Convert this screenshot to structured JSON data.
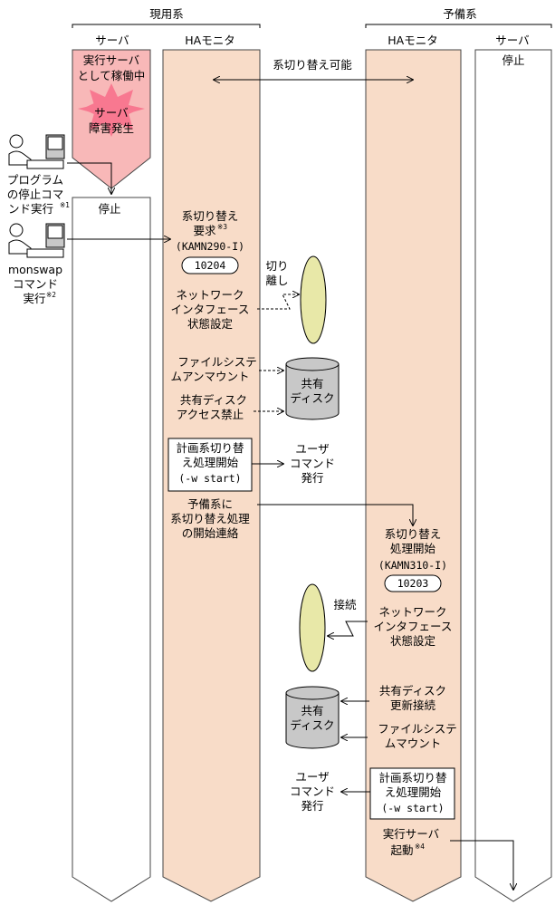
{
  "groups": {
    "active": "現用系",
    "standby": "予備系"
  },
  "columns": {
    "server": "サーバ",
    "ha_monitor": "HAモニタ"
  },
  "labels": {
    "switchable": "系切り替え可能",
    "running_line1": "実行サーバ",
    "running_line2": "として稼働中",
    "fault_line1": "サーバ",
    "fault_line2": "障害発生",
    "stop_standby": "停止",
    "stop_active": "停止",
    "prog_line1": "プログラム",
    "prog_line2": "の停止コマ",
    "prog_line3": "ンド実行",
    "prog_note": "※1",
    "monswap_line1": "monswap",
    "monswap_line2": "コマンド",
    "monswap_line3": "実行",
    "monswap_note": "※2",
    "req_line1": "系切り替え",
    "req_line2": "要求",
    "req_note": "※3",
    "req_line3": "(KAMN290-I)",
    "req_code": "10204",
    "detach_line1": "切り",
    "detach_line2": "離し",
    "nif1_line1": "ネットワーク",
    "nif1_line2": "インタフェース",
    "nif1_line3": "状態設定",
    "unmount_line1": "ファイルシステ",
    "unmount_line2": "ムアンマウント",
    "deny_line1": "共有ディスク",
    "deny_line2": "アクセス禁止",
    "disk1_line1": "共有",
    "disk1_line2": "ディスク",
    "planned1_line1": "計画系切り替",
    "planned1_line2": "え処理開始",
    "planned1_line3": "(-w start)",
    "user1_line1": "ユーザ",
    "user1_line2": "コマンド",
    "user1_line3": "発行",
    "notify_line1": "予備系に",
    "notify_line2": "系切り替え処理",
    "notify_line3": "の開始連絡",
    "sbstart_line1": "系切り替え",
    "sbstart_line2": "処理開始",
    "sbstart_line3": "(KAMN310-I)",
    "sbstart_code": "10203",
    "connect": "接続",
    "nif2_line1": "ネットワーク",
    "nif2_line2": "インタフェース",
    "nif2_line3": "状態設定",
    "diskupd_line1": "共有ディスク",
    "diskupd_line2": "更新接続",
    "disk2_line1": "共有",
    "disk2_line2": "ディスク",
    "mount_line1": "ファイルシステ",
    "mount_line2": "ムマウント",
    "planned2_line1": "計画系切り替",
    "planned2_line2": "え処理開始",
    "planned2_line3": "(-w start)",
    "user2_line1": "ユーザ",
    "user2_line2": "コマンド",
    "user2_line3": "発行",
    "srvstart_line1": "実行サーバ",
    "srvstart_line2": "起動",
    "srvstart_note": "※4"
  },
  "colors": {
    "ha_fill": "#f8dcc8",
    "server_fill": "#ffffff",
    "running_fill": "#f8b8b8",
    "burst_fill": "#f87890",
    "nic_fill": "#e8e8a8",
    "disk_fill": "#c8c8c8"
  }
}
